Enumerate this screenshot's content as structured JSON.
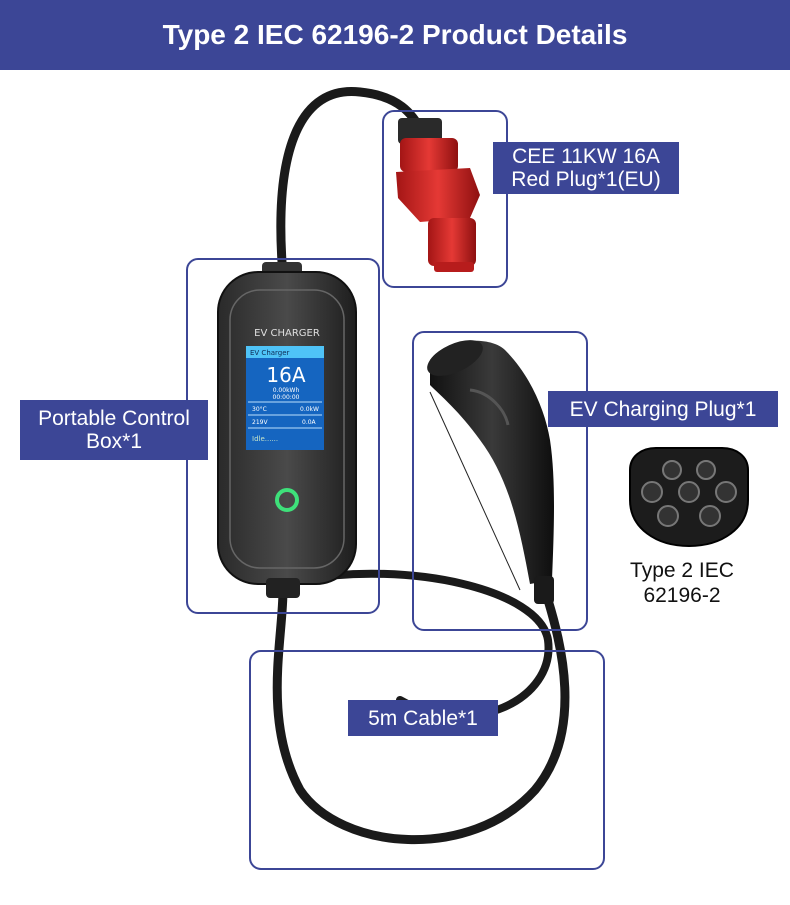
{
  "header": {
    "title": "Type 2  IEC 62196-2 Product Details"
  },
  "callouts": {
    "red_plug": {
      "line1": "CEE 11KW 16A",
      "line2": "Red Plug*1(EU)"
    },
    "control_box": {
      "line1": "Portable Control",
      "line2": "Box*1"
    },
    "ev_plug": {
      "label": "EV Charging Plug*1"
    },
    "cable": {
      "label": "5m Cable*1"
    },
    "socket": {
      "line1": "Type 2  IEC",
      "line2": "62196-2"
    }
  },
  "device": {
    "brand": "EV CHARGER",
    "screen": {
      "title": "EV Charger",
      "current": "16A",
      "energy": "0.00kWh",
      "time": "00:00:00",
      "temperature": "30°C",
      "power": "0.0kW",
      "voltage": "219V",
      "amps": "0.0A",
      "status": "Idle......"
    }
  },
  "colors": {
    "accent": "#3c4696",
    "screen_bg": "#1565c0",
    "led": "#3ee07a",
    "plug_red": "#d32f2f"
  }
}
